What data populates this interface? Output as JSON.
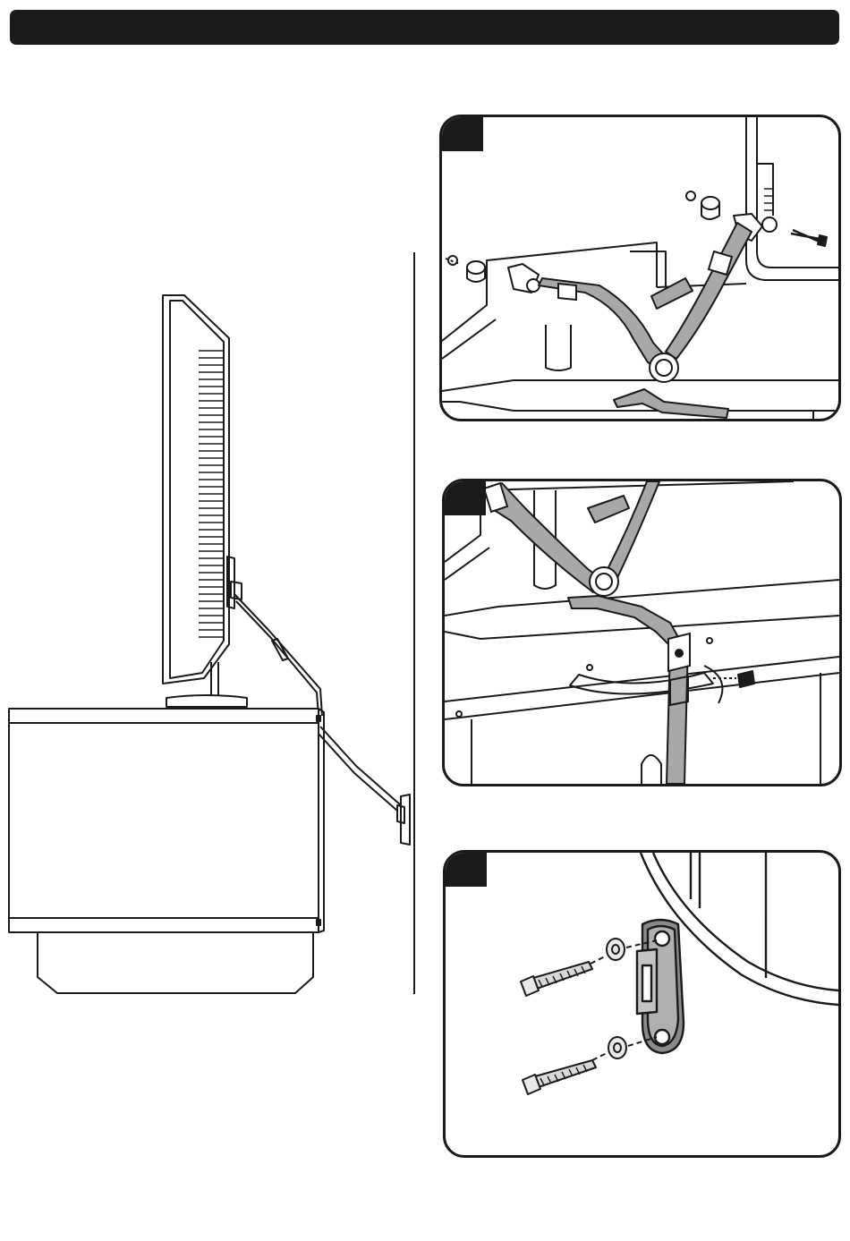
{
  "colors": {
    "ink": "#1a1a1a",
    "strap": "#a8a8a8",
    "screw": "#888888",
    "background": "#ffffff"
  },
  "icons": {
    "header": "header-bar",
    "overview": "tv-strap-overview-illustration",
    "step_1": "strap-attach-to-tv-illustration",
    "step_2": "strap-attach-to-furniture-illustration",
    "step_3": "wall-anchor-bracket-illustration"
  }
}
